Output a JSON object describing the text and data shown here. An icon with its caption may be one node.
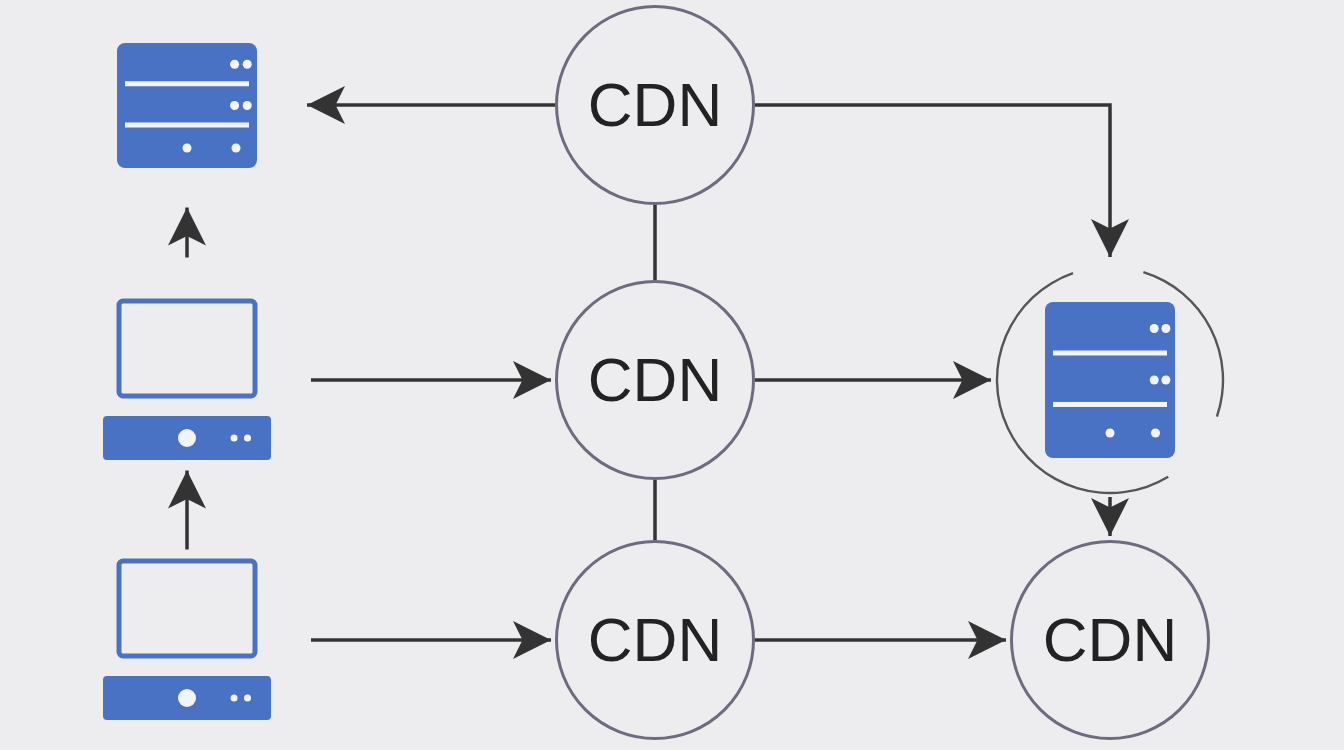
{
  "diagram": {
    "nodes": [
      {
        "text": [],
        "shape": "picture"
      },
      {
        "text": [
          "CDN"
        ]
      },
      {
        "text": [],
        "shape": "picture"
      },
      {
        "text": [
          "CDN"
        ]
      },
      {
        "text": [],
        "shape": "picture"
      },
      {
        "text": [],
        "shape": "picture"
      },
      {
        "text": [
          "CDN"
        ]
      },
      {
        "text": [
          "CDN"
        ]
      }
    ],
    "edges": [
      {
        "from": 1,
        "to": 0,
        "arrow": "to"
      },
      {
        "from": 1,
        "to": 4,
        "arrow": "to"
      },
      {
        "from": 2,
        "to": 0,
        "arrow": "to"
      },
      {
        "from": 2,
        "to": 3,
        "arrow": "to"
      },
      {
        "from": 3,
        "to": 4,
        "arrow": "to"
      },
      {
        "from": 1,
        "to": 3,
        "arrow": "none"
      },
      {
        "from": 5,
        "to": 2,
        "arrow": "to"
      },
      {
        "from": 3,
        "to": 6,
        "arrow": "none"
      },
      {
        "from": 4,
        "to": 7,
        "arrow": "to"
      },
      {
        "from": 5,
        "to": 6,
        "arrow": "to"
      },
      {
        "from": 6,
        "to": 7,
        "arrow": "to"
      }
    ]
  }
}
